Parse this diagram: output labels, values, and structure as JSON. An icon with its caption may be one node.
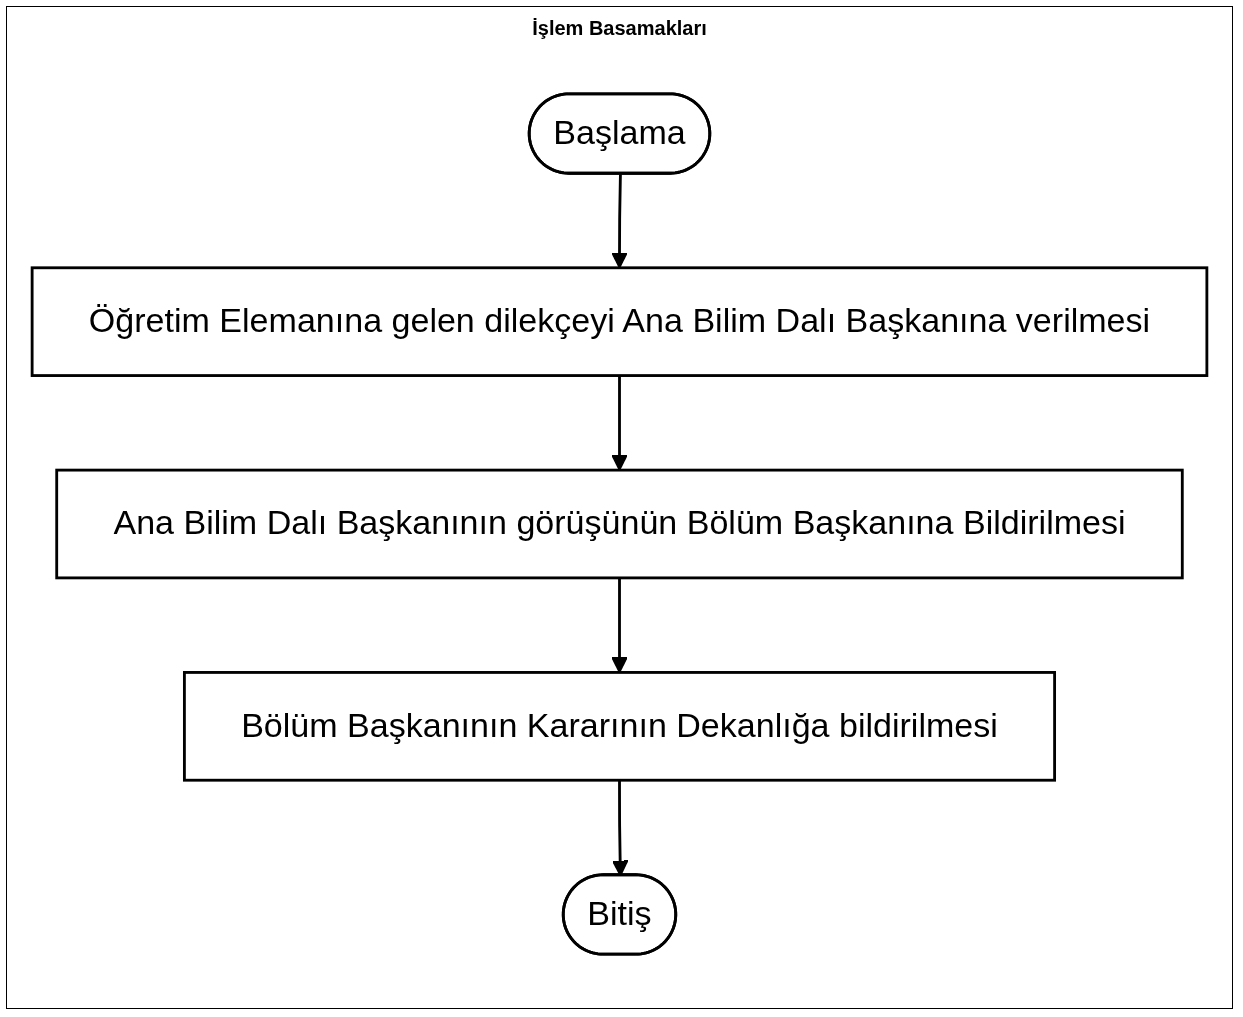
{
  "diagram": {
    "title": "İşlem Basamakları",
    "nodes": [
      {
        "text": [
          "Başlama"
        ]
      },
      {
        "text": [
          "Öğretim Elemanına gelen dilekçeyi Ana Bilim Dalı Başkanına verilmesi"
        ]
      },
      {
        "text": [
          "Ana Bilim Dalı Başkanının görüşünün Bölüm Başkanına Bildirilmesi"
        ]
      },
      {
        "text": [
          "Bölüm Başkanının Kararının Dekanlığa bildirilmesi"
        ]
      },
      {
        "text": [
          "Bitiş"
        ]
      }
    ],
    "edges": [
      {
        "from": 0,
        "to": 1,
        "arrow": "to"
      },
      {
        "from": 1,
        "to": 2,
        "arrow": "to"
      },
      {
        "from": 2,
        "to": 3,
        "arrow": "to"
      },
      {
        "from": 3,
        "to": 4,
        "arrow": "to"
      }
    ]
  }
}
